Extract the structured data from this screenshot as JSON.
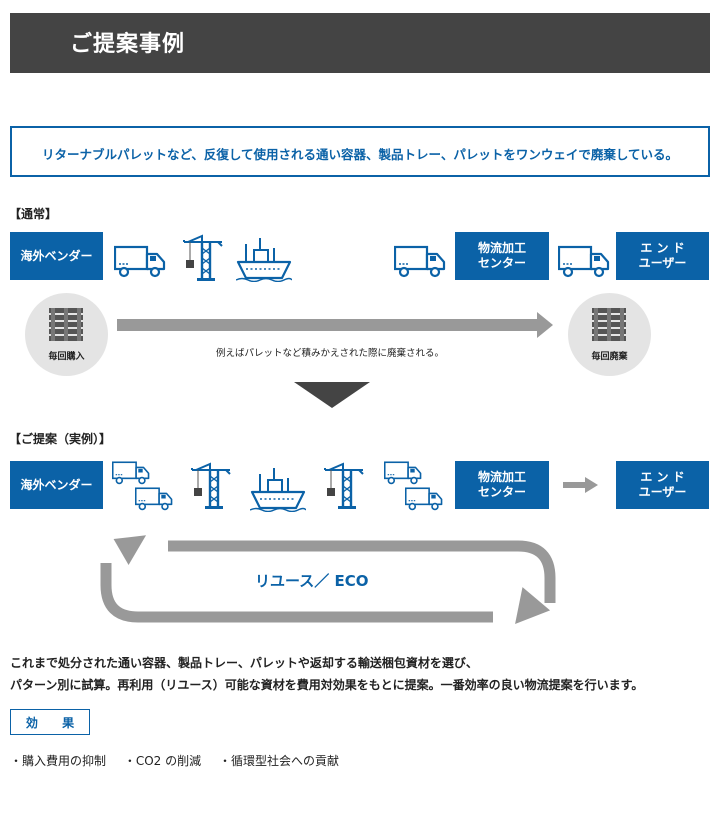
{
  "header": {
    "title": "ご提案事例"
  },
  "summary": {
    "text": "リターナブルパレットなど、反復して使用される通い容器、製品トレー、パレットをワンウェイで廃棄している。"
  },
  "normal": {
    "label": "【通常】",
    "vendor": "海外ベンダー",
    "center_line1": "物流加工",
    "center_line2": "センター",
    "end_line1": "エ ン ド",
    "end_line2": "ユーザー",
    "left_circle": "毎回購入",
    "right_circle": "毎回廃棄",
    "caption": "例えばパレットなど積みかえされた際に廃棄される。"
  },
  "proposal": {
    "label": "【ご提案（実例）】",
    "vendor": "海外ベンダー",
    "center_line1": "物流加工",
    "center_line2": "センター",
    "end_line1": "エ ン ド",
    "end_line2": "ユーザー",
    "reuse": "リユース／ ECO"
  },
  "description": {
    "line1": "これまで処分された通い容器、製品トレー、パレットや返却する輸送梱包資材を選び、",
    "line2": "パターン別に試算。再利用（リユース）可能な資材を費用対効果をもとに提案。一番効率の良い物流提案を行います。"
  },
  "effect": {
    "label": "効 果",
    "items": [
      "・購入費用の抑制",
      "・CO2 の削減",
      "・循環型社会への貢献"
    ]
  },
  "colors": {
    "brand_blue": "#0b62a7",
    "header_bg": "#444444",
    "arrow_gray": "#999999",
    "circle_bg": "#e4e4e4"
  },
  "icons": [
    "truck-icon",
    "crane-icon",
    "ship-icon",
    "pallet-icon",
    "arrow-right-icon",
    "cycle-arrow-icon"
  ]
}
